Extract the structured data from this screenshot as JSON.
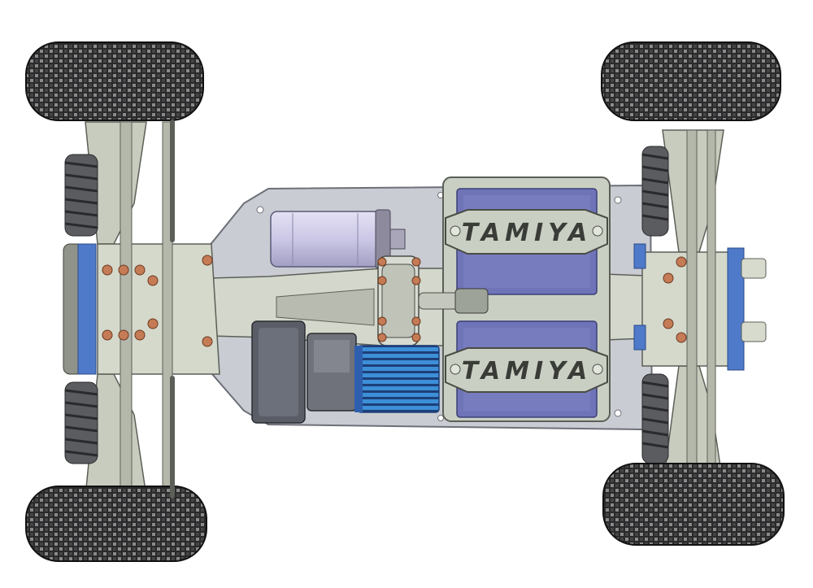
{
  "diagram": {
    "logos": [
      "TAMIYA",
      "TAMIYA"
    ],
    "colors": {
      "chassis_plate": "#c9ccd2",
      "chassis_edge": "#6e7078",
      "arm": "#c8ccbf",
      "arm_edge": "#5c5f57",
      "tire": "#2a2a2c",
      "tire_tread": "#8a8a8a",
      "battery": "#6f74b8",
      "battery_tray": "#c9d0c3",
      "motor": "#cbc7e6",
      "blue_part": "#4f7ac9",
      "heatsink": "#3d8fd8",
      "bolt": "#c57b55",
      "spring": "#4a4c50"
    },
    "components": [
      "front-left-tire",
      "front-right-tire",
      "rear-left-tire",
      "rear-right-tire",
      "chassis-plate",
      "battery-pack",
      "motor",
      "esc",
      "steering-servo",
      "front-suspension",
      "rear-suspension",
      "shock-absorber",
      "center-driveshaft"
    ]
  }
}
